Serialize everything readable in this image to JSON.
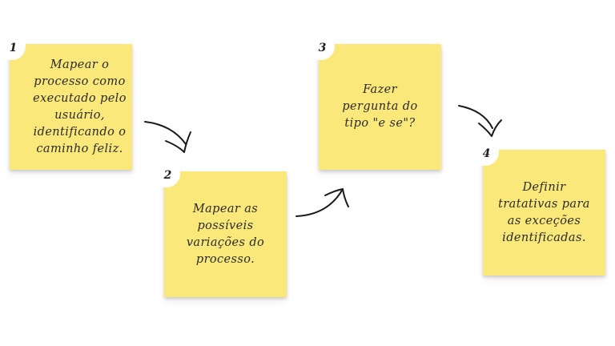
{
  "steps": [
    {
      "number": "1",
      "text": "Mapear o processo como executado pelo usuário, identificando o caminho feliz."
    },
    {
      "number": "2",
      "text": "Mapear as possíveis variações do processo."
    },
    {
      "number": "3",
      "text": "Fazer pergunta do tipo \"e se\"?"
    },
    {
      "number": "4",
      "text": "Definir tratativas para as exceções identificadas."
    }
  ],
  "colors": {
    "note": "#fbe87a",
    "arrow": "#1a1a1a",
    "background": "#ffffff"
  }
}
